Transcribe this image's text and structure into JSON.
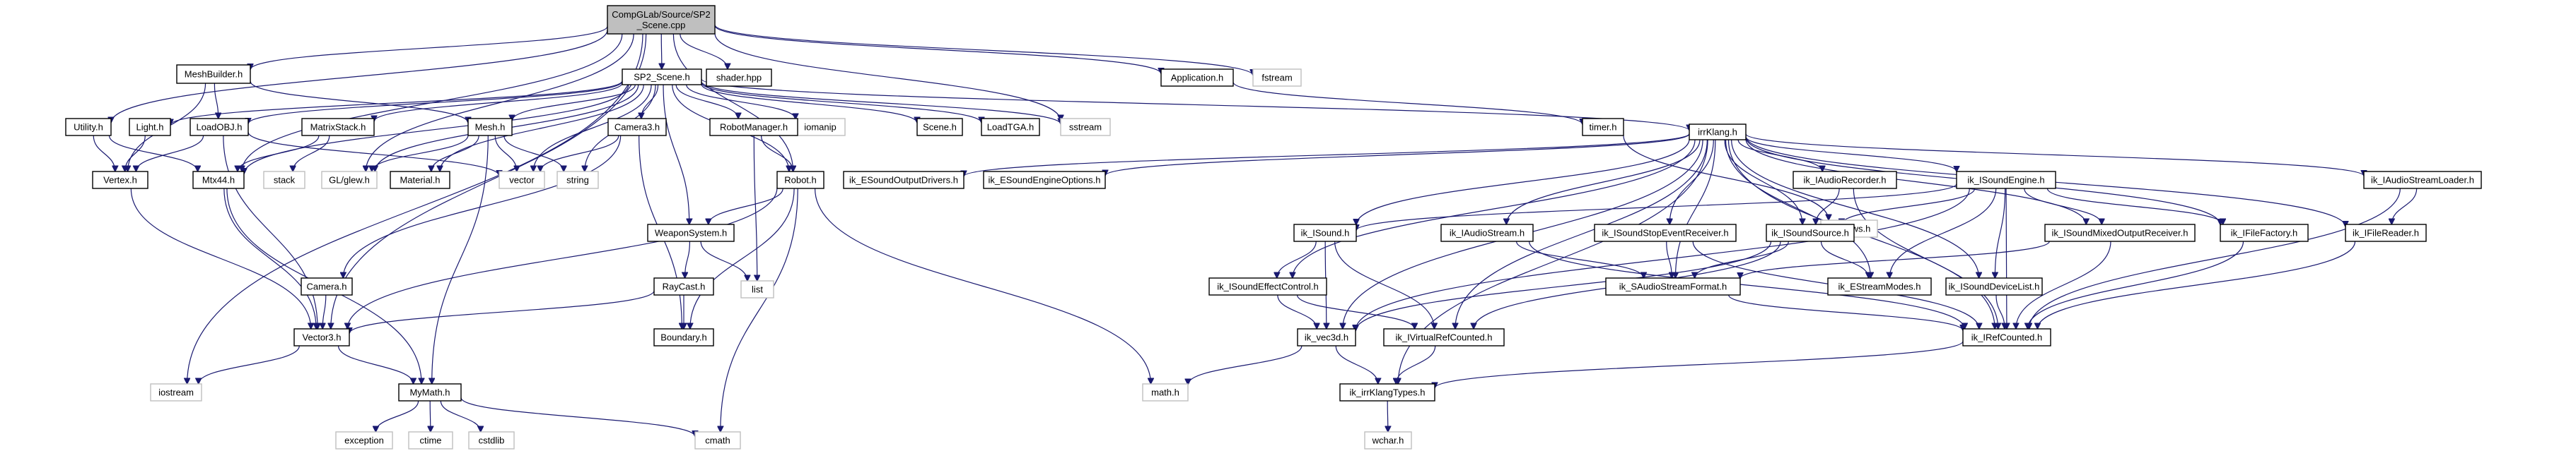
{
  "title": "",
  "root": {
    "id": "root",
    "lines": [
      "CompGLab/Source/SP2",
      "_Scene.cpp"
    ]
  },
  "nodes": [
    {
      "id": "root",
      "lines": [
        "CompGLab/Source/SP2",
        "_Scene.cpp"
      ],
      "kind": "root"
    },
    {
      "id": "meshbuilder",
      "lines": [
        "MeshBuilder.h"
      ],
      "kind": "project"
    },
    {
      "id": "sp2scene",
      "lines": [
        "SP2_Scene.h"
      ],
      "kind": "project"
    },
    {
      "id": "shader",
      "lines": [
        "shader.hpp"
      ],
      "kind": "project"
    },
    {
      "id": "application",
      "lines": [
        "Application.h"
      ],
      "kind": "project"
    },
    {
      "id": "fstream",
      "lines": [
        "fstream"
      ],
      "kind": "system"
    },
    {
      "id": "utility",
      "lines": [
        "Utility.h"
      ],
      "kind": "project"
    },
    {
      "id": "light",
      "lines": [
        "Light.h"
      ],
      "kind": "project"
    },
    {
      "id": "loadobj",
      "lines": [
        "LoadOBJ.h"
      ],
      "kind": "project"
    },
    {
      "id": "matrixstack",
      "lines": [
        "MatrixStack.h"
      ],
      "kind": "project"
    },
    {
      "id": "mesh",
      "lines": [
        "Mesh.h"
      ],
      "kind": "project"
    },
    {
      "id": "camera3",
      "lines": [
        "Camera3.h"
      ],
      "kind": "project"
    },
    {
      "id": "iomanip",
      "lines": [
        "iomanip"
      ],
      "kind": "system"
    },
    {
      "id": "robotmanager",
      "lines": [
        "RobotManager.h"
      ],
      "kind": "project"
    },
    {
      "id": "sceneh",
      "lines": [
        "Scene.h"
      ],
      "kind": "project"
    },
    {
      "id": "loadtga",
      "lines": [
        "LoadTGA.h"
      ],
      "kind": "project"
    },
    {
      "id": "sstream",
      "lines": [
        "sstream"
      ],
      "kind": "system"
    },
    {
      "id": "timer",
      "lines": [
        "timer.h"
      ],
      "kind": "project"
    },
    {
      "id": "windows",
      "lines": [
        "windows.h"
      ],
      "kind": "system"
    },
    {
      "id": "irrklang",
      "lines": [
        "irrKlang.h"
      ],
      "kind": "project"
    },
    {
      "id": "vertex",
      "lines": [
        "Vertex.h"
      ],
      "kind": "project"
    },
    {
      "id": "mtx44",
      "lines": [
        "Mtx44.h"
      ],
      "kind": "project"
    },
    {
      "id": "stack",
      "lines": [
        "stack"
      ],
      "kind": "system"
    },
    {
      "id": "glglew",
      "lines": [
        "GL/glew.h"
      ],
      "kind": "system"
    },
    {
      "id": "material",
      "lines": [
        "Material.h"
      ],
      "kind": "project"
    },
    {
      "id": "vector",
      "lines": [
        "vector"
      ],
      "kind": "system"
    },
    {
      "id": "string",
      "lines": [
        "string"
      ],
      "kind": "system"
    },
    {
      "id": "robot",
      "lines": [
        "Robot.h"
      ],
      "kind": "project"
    },
    {
      "id": "esoundoutputdrivers",
      "lines": [
        "ik_ESoundOutputDrivers.h"
      ],
      "kind": "project"
    },
    {
      "id": "esoundengineoptions",
      "lines": [
        "ik_ESoundEngineOptions.h"
      ],
      "kind": "project"
    },
    {
      "id": "iaudiorecorder",
      "lines": [
        "ik_IAudioRecorder.h"
      ],
      "kind": "project"
    },
    {
      "id": "isoundengine",
      "lines": [
        "ik_ISoundEngine.h"
      ],
      "kind": "project"
    },
    {
      "id": "iaudiostreamloader",
      "lines": [
        "ik_IAudioStreamLoader.h"
      ],
      "kind": "project"
    },
    {
      "id": "weaponsystem",
      "lines": [
        "WeaponSystem.h"
      ],
      "kind": "project"
    },
    {
      "id": "isound",
      "lines": [
        "ik_ISound.h"
      ],
      "kind": "project"
    },
    {
      "id": "iaudiostream",
      "lines": [
        "ik_IAudioStream.h"
      ],
      "kind": "project"
    },
    {
      "id": "isoundstopeventreceiver",
      "lines": [
        "ik_ISoundStopEventReceiver.h"
      ],
      "kind": "project"
    },
    {
      "id": "isoundsource",
      "lines": [
        "ik_ISoundSource.h"
      ],
      "kind": "project"
    },
    {
      "id": "isoundmixedoutputreceiver",
      "lines": [
        "ik_ISoundMixedOutputReceiver.h"
      ],
      "kind": "project"
    },
    {
      "id": "ifilefactory",
      "lines": [
        "ik_IFileFactory.h"
      ],
      "kind": "project"
    },
    {
      "id": "ifilereader",
      "lines": [
        "ik_IFileReader.h"
      ],
      "kind": "project"
    },
    {
      "id": "list",
      "lines": [
        "list"
      ],
      "kind": "system"
    },
    {
      "id": "raycast",
      "lines": [
        "RayCast.h"
      ],
      "kind": "project"
    },
    {
      "id": "camera",
      "lines": [
        "Camera.h"
      ],
      "kind": "project"
    },
    {
      "id": "isoundeffectcontrol",
      "lines": [
        "ik_ISoundEffectControl.h"
      ],
      "kind": "project"
    },
    {
      "id": "saudiostreamformat",
      "lines": [
        "ik_SAudioStreamFormat.h"
      ],
      "kind": "project"
    },
    {
      "id": "estreammodes",
      "lines": [
        "ik_EStreamModes.h"
      ],
      "kind": "project"
    },
    {
      "id": "isounddevicelist",
      "lines": [
        "ik_ISoundDeviceList.h"
      ],
      "kind": "project"
    },
    {
      "id": "vector3",
      "lines": [
        "Vector3.h"
      ],
      "kind": "project"
    },
    {
      "id": "boundary",
      "lines": [
        "Boundary.h"
      ],
      "kind": "project"
    },
    {
      "id": "vec3d",
      "lines": [
        "ik_vec3d.h"
      ],
      "kind": "project"
    },
    {
      "id": "ivirtualrefcounted",
      "lines": [
        "ik_IVirtualRefCounted.h"
      ],
      "kind": "project"
    },
    {
      "id": "irefcounted",
      "lines": [
        "ik_IRefCounted.h"
      ],
      "kind": "project"
    },
    {
      "id": "iostream",
      "lines": [
        "iostream"
      ],
      "kind": "system"
    },
    {
      "id": "mymath",
      "lines": [
        "MyMath.h"
      ],
      "kind": "project"
    },
    {
      "id": "mathh",
      "lines": [
        "math.h"
      ],
      "kind": "system"
    },
    {
      "id": "irrklangtypes",
      "lines": [
        "ik_irrKlangTypes.h"
      ],
      "kind": "project"
    },
    {
      "id": "exception",
      "lines": [
        "exception"
      ],
      "kind": "system"
    },
    {
      "id": "ctime",
      "lines": [
        "ctime"
      ],
      "kind": "system"
    },
    {
      "id": "cstdlib",
      "lines": [
        "cstdlib"
      ],
      "kind": "system"
    },
    {
      "id": "cmath",
      "lines": [
        "cmath"
      ],
      "kind": "system"
    },
    {
      "id": "wchar",
      "lines": [
        "wchar.h"
      ],
      "kind": "system"
    }
  ],
  "edges": [
    [
      "root",
      "meshbuilder"
    ],
    [
      "root",
      "sp2scene"
    ],
    [
      "root",
      "shader"
    ],
    [
      "root",
      "application"
    ],
    [
      "root",
      "fstream"
    ],
    [
      "root",
      "utility"
    ],
    [
      "root",
      "mtx44"
    ],
    [
      "root",
      "glglew"
    ],
    [
      "root",
      "vector3"
    ],
    [
      "root",
      "iostream"
    ],
    [
      "root",
      "sstream"
    ],
    [
      "root",
      "robot"
    ],
    [
      "meshbuilder",
      "mesh"
    ],
    [
      "meshbuilder",
      "vertex"
    ],
    [
      "meshbuilder",
      "loadobj"
    ],
    [
      "sp2scene",
      "light"
    ],
    [
      "sp2scene",
      "loadobj"
    ],
    [
      "sp2scene",
      "matrixstack"
    ],
    [
      "sp2scene",
      "mesh"
    ],
    [
      "sp2scene",
      "camera3"
    ],
    [
      "sp2scene",
      "iomanip"
    ],
    [
      "sp2scene",
      "robotmanager"
    ],
    [
      "sp2scene",
      "sceneh"
    ],
    [
      "sp2scene",
      "loadtga"
    ],
    [
      "sp2scene",
      "sstream"
    ],
    [
      "sp2scene",
      "irrklang"
    ],
    [
      "sp2scene",
      "robot"
    ],
    [
      "sp2scene",
      "weaponsystem"
    ],
    [
      "sp2scene",
      "glglew"
    ],
    [
      "sp2scene",
      "material"
    ],
    [
      "sp2scene",
      "vector"
    ],
    [
      "sp2scene",
      "string"
    ],
    [
      "sp2scene",
      "mtx44"
    ],
    [
      "application",
      "timer"
    ],
    [
      "timer",
      "windows"
    ],
    [
      "utility",
      "vertex"
    ],
    [
      "utility",
      "mtx44"
    ],
    [
      "light",
      "vertex"
    ],
    [
      "loadobj",
      "vertex"
    ],
    [
      "loadobj",
      "vector"
    ],
    [
      "loadobj",
      "vector3"
    ],
    [
      "matrixstack",
      "mtx44"
    ],
    [
      "matrixstack",
      "stack"
    ],
    [
      "mesh",
      "glglew"
    ],
    [
      "mesh",
      "material"
    ],
    [
      "mesh",
      "vector"
    ],
    [
      "mesh",
      "string"
    ],
    [
      "mesh",
      "mymath"
    ],
    [
      "camera3",
      "vector"
    ],
    [
      "camera3",
      "camera"
    ],
    [
      "camera3",
      "boundary"
    ],
    [
      "robotmanager",
      "robot"
    ],
    [
      "robotmanager",
      "list"
    ],
    [
      "robot",
      "weaponsystem"
    ],
    [
      "robot",
      "vector3"
    ],
    [
      "robot",
      "boundary"
    ],
    [
      "robot",
      "mathh"
    ],
    [
      "robot",
      "cmath"
    ],
    [
      "weaponsystem",
      "raycast"
    ],
    [
      "weaponsystem",
      "list"
    ],
    [
      "raycast",
      "vector3"
    ],
    [
      "raycast",
      "boundary"
    ],
    [
      "camera",
      "vector3"
    ],
    [
      "vertex",
      "vector3"
    ],
    [
      "mtx44",
      "vector3"
    ],
    [
      "mtx44",
      "mymath"
    ],
    [
      "vector3",
      "mymath"
    ],
    [
      "vector3",
      "iostream"
    ],
    [
      "mymath",
      "exception"
    ],
    [
      "mymath",
      "ctime"
    ],
    [
      "mymath",
      "cstdlib"
    ],
    [
      "mymath",
      "cmath"
    ],
    [
      "irrklang",
      "esoundoutputdrivers"
    ],
    [
      "irrklang",
      "esoundengineoptions"
    ],
    [
      "irrklang",
      "iaudiorecorder"
    ],
    [
      "irrklang",
      "isoundengine"
    ],
    [
      "irrklang",
      "iaudiostreamloader"
    ],
    [
      "irrklang",
      "isound"
    ],
    [
      "irrklang",
      "iaudiostream"
    ],
    [
      "irrklang",
      "isoundstopeventreceiver"
    ],
    [
      "irrklang",
      "isoundsource"
    ],
    [
      "irrklang",
      "isoundmixedoutputreceiver"
    ],
    [
      "irrklang",
      "ifilefactory"
    ],
    [
      "irrklang",
      "ifilereader"
    ],
    [
      "irrklang",
      "isoundeffectcontrol"
    ],
    [
      "irrklang",
      "saudiostreamformat"
    ],
    [
      "irrklang",
      "estreammodes"
    ],
    [
      "irrklang",
      "isounddevicelist"
    ],
    [
      "irrklang",
      "vec3d"
    ],
    [
      "irrklang",
      "ivirtualrefcounted"
    ],
    [
      "irrklang",
      "irefcounted"
    ],
    [
      "irrklang",
      "irrklangtypes"
    ],
    [
      "iaudiorecorder",
      "isoundsource"
    ],
    [
      "iaudiorecorder",
      "irefcounted"
    ],
    [
      "isoundengine",
      "isound"
    ],
    [
      "isoundengine",
      "isoundsource"
    ],
    [
      "isoundengine",
      "isoundmixedoutputreceiver"
    ],
    [
      "isoundengine",
      "ifilefactory"
    ],
    [
      "isoundengine",
      "estreammodes"
    ],
    [
      "isoundengine",
      "isounddevicelist"
    ],
    [
      "isoundengine",
      "vec3d"
    ],
    [
      "isoundengine",
      "irefcounted"
    ],
    [
      "iaudiostreamloader",
      "ifilereader"
    ],
    [
      "iaudiostreamloader",
      "irefcounted"
    ],
    [
      "isound",
      "isoundeffectcontrol"
    ],
    [
      "isound",
      "vec3d"
    ],
    [
      "isound",
      "ivirtualrefcounted"
    ],
    [
      "iaudiostream",
      "saudiostreamformat"
    ],
    [
      "iaudiostream",
      "irefcounted"
    ],
    [
      "isoundstopeventreceiver",
      "saudiostreamformat"
    ],
    [
      "isoundstopeventreceiver",
      "irefcounted"
    ],
    [
      "isoundsource",
      "saudiostreamformat"
    ],
    [
      "isoundsource",
      "estreammodes"
    ],
    [
      "isoundsource",
      "vec3d"
    ],
    [
      "isoundsource",
      "ivirtualrefcounted"
    ],
    [
      "isoundmixedoutputreceiver",
      "saudiostreamformat"
    ],
    [
      "isoundmixedoutputreceiver",
      "irefcounted"
    ],
    [
      "ifilefactory",
      "irefcounted"
    ],
    [
      "ifilereader",
      "irefcounted"
    ],
    [
      "isoundeffectcontrol",
      "vec3d"
    ],
    [
      "isoundeffectcontrol",
      "ivirtualrefcounted"
    ],
    [
      "saudiostreamformat",
      "irefcounted"
    ],
    [
      "isounddevicelist",
      "irefcounted"
    ],
    [
      "vec3d",
      "mathh"
    ],
    [
      "vec3d",
      "irrklangtypes"
    ],
    [
      "ivirtualrefcounted",
      "irrklangtypes"
    ],
    [
      "irefcounted",
      "irrklangtypes"
    ],
    [
      "irrklangtypes",
      "wchar"
    ]
  ]
}
